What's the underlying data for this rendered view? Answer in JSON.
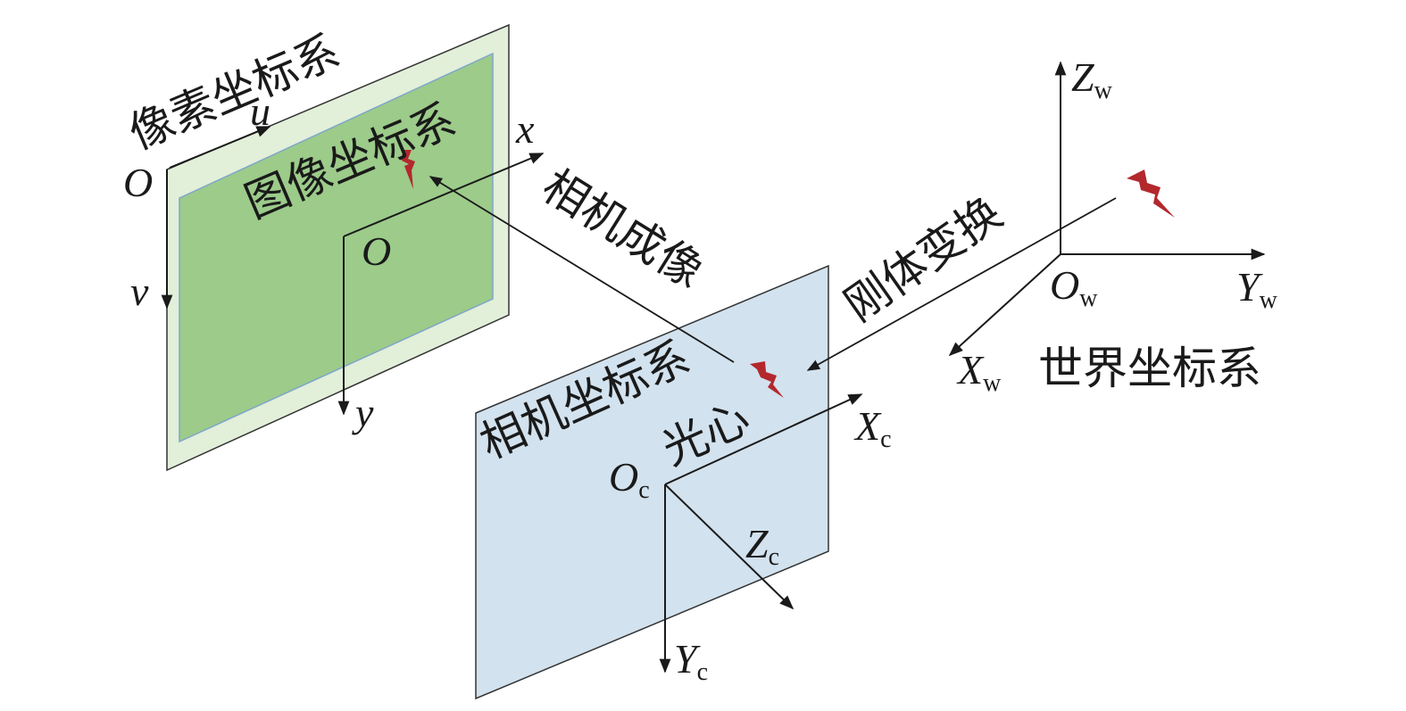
{
  "labels": {
    "pixel_frame": "像素坐标系",
    "image_frame": "图像坐标系",
    "camera_imaging": "相机成像",
    "rigid_transform": "刚体变换",
    "camera_frame": "相机坐标系",
    "optical_center": "光心",
    "world_frame": "世界坐标系"
  },
  "axes": {
    "pixel_origin": "O",
    "u": "u",
    "v": "v",
    "image_origin": "O",
    "x": "x",
    "y": "y",
    "camera_origin": "O",
    "camera_origin_sub": "c",
    "xc": "X",
    "xc_sub": "c",
    "yc": "Y",
    "yc_sub": "c",
    "zc": "Z",
    "zc_sub": "c",
    "world_origin": "O",
    "world_origin_sub": "w",
    "xw": "X",
    "xw_sub": "w",
    "yw": "Y",
    "yw_sub": "w",
    "zw": "Z",
    "zw_sub": "w"
  },
  "colors": {
    "pixel_plane": "#e2efd9",
    "image_plane": "#9ccb8a",
    "camera_plane": "#d2e2ee",
    "light_point": "#b3282d",
    "line": "#1a1a1a"
  }
}
